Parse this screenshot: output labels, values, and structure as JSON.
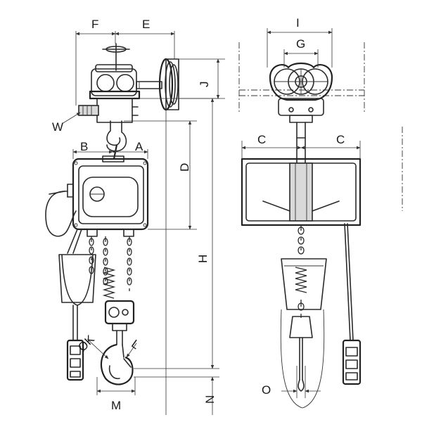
{
  "diagram": {
    "dimension_labels": {
      "F": "F",
      "E": "E",
      "I": "I",
      "G": "G",
      "J": "J",
      "W": "W",
      "B": "B",
      "A": "A",
      "D": "D",
      "C_left": "C",
      "C_right": "C",
      "H": "H",
      "K": "ØK",
      "L": "L",
      "M": "M",
      "N": "N",
      "O": "O"
    }
  }
}
